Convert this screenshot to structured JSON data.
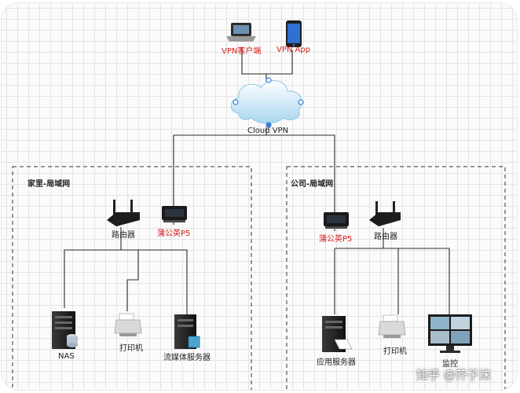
{
  "nodes": {
    "vpn_client": "VPN客户端",
    "vpn_app": "VPN App",
    "cloud": "Cloud VPN",
    "home_router": "路由器",
    "home_pgy": "蒲公英P5",
    "office_pgy": "蒲公英P5",
    "office_router": "路由器",
    "nas": "NAS",
    "home_printer": "打印机",
    "media_server": "流媒体服务器",
    "app_server": "应用服务器",
    "office_printer": "打印机",
    "monitor": "监控"
  },
  "zones": {
    "home": "家里-局域网",
    "office": "公司-局域网"
  },
  "watermark": "知乎 @芥子沫",
  "colors": {
    "line": "#2b2b2b",
    "highlight_text": "#d81e1e",
    "cloud": "#bfe3f5",
    "connector": "#3b7fd6",
    "device": "#1d1d1d"
  }
}
